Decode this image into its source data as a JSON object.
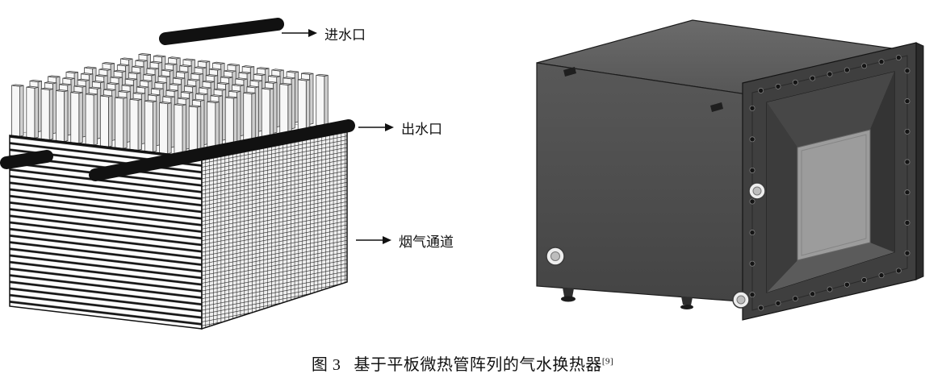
{
  "figure": {
    "number": "图 3",
    "title": "基于平板微热管阵列的气水换热器",
    "reference": "[9]"
  },
  "schematic": {
    "callouts": [
      {
        "id": "water-inlet",
        "text": "进水口"
      },
      {
        "id": "water-outlet",
        "text": "出水口"
      },
      {
        "id": "flue-gas-channel",
        "text": "烟气通道"
      }
    ]
  },
  "colors": {
    "pipe_black": "#111111",
    "fin_white": "#f7f7f7",
    "render_top_gray": "#5f5f5f",
    "render_body_gray": "#4c4c4c",
    "render_flange_gray": "#3f3f3f",
    "render_window_gray": "#9c9c9c",
    "background": "#ffffff"
  }
}
